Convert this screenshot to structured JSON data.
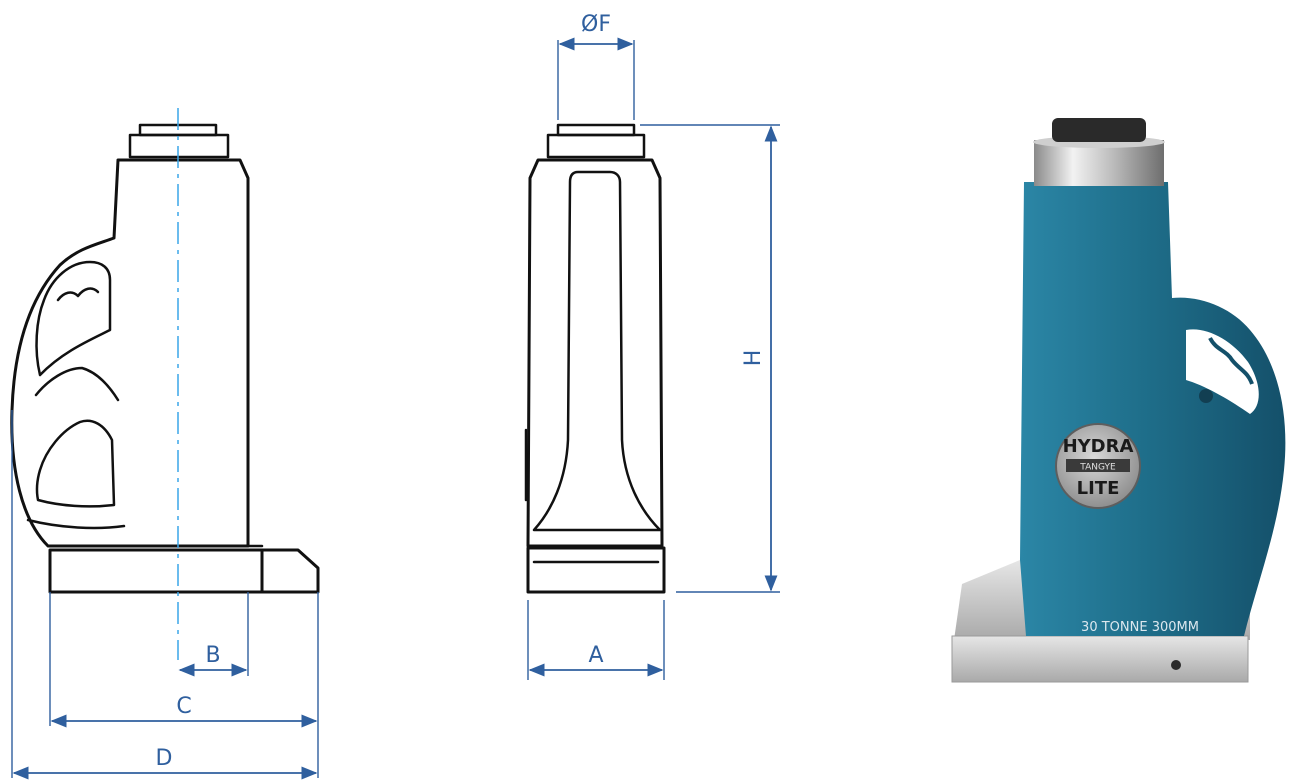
{
  "dimensions": {
    "a": "A",
    "b": "B",
    "c": "C",
    "d": "D",
    "f": "ØF",
    "h": "H"
  },
  "product_photo": {
    "badge_top": "HYDRA",
    "badge_middle": "TANGYE",
    "badge_bottom": "LITE",
    "capacity_label": "30 TONNE 300MM"
  },
  "colors": {
    "dimension_lines": "#2f5f9e",
    "centerline": "#3aa6e8",
    "jack_body": "#1f6f8b"
  }
}
